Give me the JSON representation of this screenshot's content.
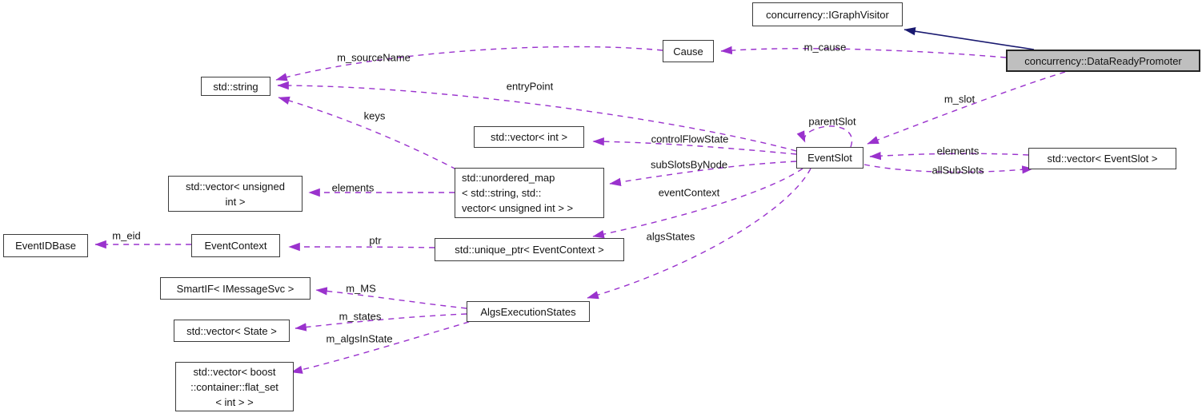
{
  "colors": {
    "edge_dashed": "#9a32cd",
    "edge_inheritance": "#191970",
    "node_fill": "#ffffff",
    "highlight_fill": "#bfbfbf",
    "node_border": "#3c3c3c"
  },
  "nodes": {
    "igraph_visitor": {
      "label": "concurrency::IGraphVisitor"
    },
    "data_ready_promoter": {
      "label": "concurrency::DataReadyPromoter"
    },
    "cause": {
      "label": "Cause"
    },
    "std_string": {
      "label": "std::string"
    },
    "vector_int": {
      "label": "std::vector< int >"
    },
    "event_slot": {
      "label": "EventSlot"
    },
    "vector_event_slot": {
      "label": "std::vector< EventSlot >"
    },
    "unordered_map": {
      "label": "std::unordered_map\n< std::string, std::\nvector< unsigned int > >"
    },
    "vector_unsigned_int": {
      "label": "std::vector< unsigned\nint >"
    },
    "event_id_base": {
      "label": "EventIDBase"
    },
    "event_context": {
      "label": "EventContext"
    },
    "unique_ptr_event_context": {
      "label": "std::unique_ptr< EventContext >"
    },
    "smart_if": {
      "label": "SmartIF< IMessageSvc >"
    },
    "algs_execution_states": {
      "label": "AlgsExecutionStates"
    },
    "vector_state": {
      "label": "std::vector< State >"
    },
    "vector_flat_set": {
      "label": "std::vector< boost\n::container::flat_set\n< int > >"
    }
  },
  "edge_labels": {
    "m_cause": "m_cause",
    "m_source_name": "m_sourceName",
    "entry_point": "entryPoint",
    "keys": "keys",
    "m_slot": "m_slot",
    "parent_slot": "parentSlot",
    "control_flow_state": "controlFlowState",
    "sub_slots_by_node": "subSlotsByNode",
    "elements_right": "elements",
    "all_sub_slots": "allSubSlots",
    "event_context": "eventContext",
    "algs_states": "algsStates",
    "elements_left": "elements",
    "m_eid": "m_eid",
    "ptr": "ptr",
    "m_ms": "m_MS",
    "m_states": "m_states",
    "m_algs_in_state": "m_algsInState"
  }
}
